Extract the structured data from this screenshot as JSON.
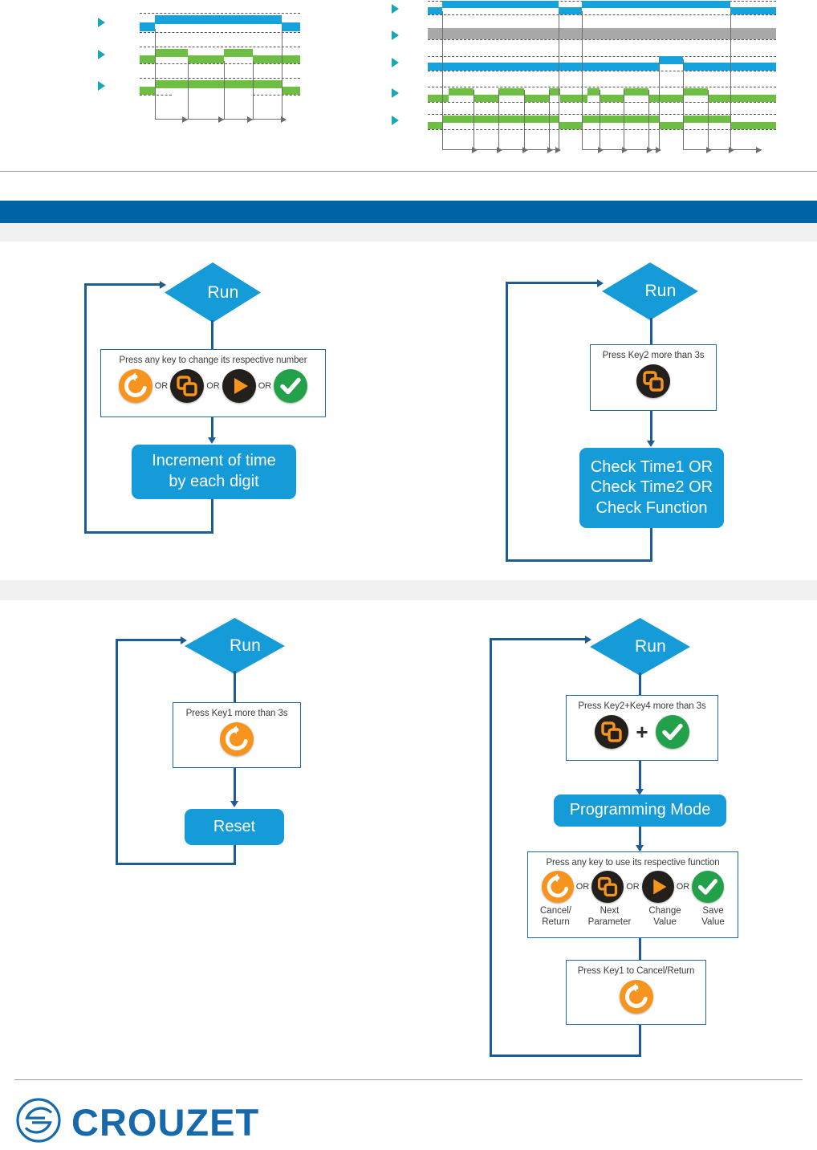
{
  "document": {
    "brand": "CROUZET",
    "brand_color": "#1769ab",
    "accent_blue": "#0063A3",
    "node_blue": "#159BD7",
    "connector_blue": "#1f5c96",
    "band_grey": "#F1F1F1",
    "signal_blue": "#16A3DC",
    "signal_green": "#6FBE44",
    "signal_grey": "#A8A8A8",
    "marker_teal": "#17a8b8"
  },
  "timing_diagrams": [
    {
      "name": "timing-diagram-left",
      "channels": 3,
      "arrow_marks": 4
    },
    {
      "name": "timing-diagram-right",
      "channels": 5,
      "arrow_marks": 12
    }
  ],
  "keys": {
    "key1": {
      "icon": "reset-circular-arrow-icon",
      "circle": "#F7941E",
      "glyph": "#ffffff"
    },
    "key2": {
      "icon": "overlapping-squares-icon",
      "circle": "#231F1B",
      "glyph": "#F7941E"
    },
    "key3": {
      "icon": "play-triangle-icon",
      "circle": "#231F1B",
      "glyph": "#F7941E"
    },
    "key4": {
      "icon": "check-mark-icon",
      "circle": "#22A14A",
      "glyph": "#ffffff"
    }
  },
  "flowcharts": [
    {
      "id": "flow-increment-time",
      "start_label": "Run",
      "key_box": {
        "caption": "Press any key to change its respective number",
        "separator": "OR",
        "keys": [
          "key1",
          "key2",
          "key3",
          "key4"
        ]
      },
      "result_label": "Increment of time\nby each digit",
      "result_lines": [
        "Increment of time",
        "by each digit"
      ]
    },
    {
      "id": "flow-check-time",
      "start_label": "Run",
      "key_box": {
        "caption": "Press Key2 more than 3s",
        "keys": [
          "key2"
        ]
      },
      "result_lines": [
        "Check Time1 OR",
        "Check Time2 OR",
        "Check Function"
      ]
    },
    {
      "id": "flow-reset",
      "start_label": "Run",
      "key_box": {
        "caption": "Press Key1 more than 3s",
        "keys": [
          "key1"
        ]
      },
      "result_lines": [
        "Reset"
      ]
    },
    {
      "id": "flow-programming-mode",
      "start_label": "Run",
      "key_box": {
        "caption": "Press Key2+Key4 more than 3s",
        "separator": "+",
        "keys": [
          "key2",
          "key4"
        ]
      },
      "result_lines": [
        "Programming Mode"
      ],
      "function_box": {
        "caption": "Press any key to use its respective function",
        "separator": "OR",
        "keys": [
          "key1",
          "key2",
          "key3",
          "key4"
        ],
        "labels": [
          [
            "Cancel/",
            "Return"
          ],
          [
            "Next",
            "Parameter"
          ],
          [
            "Change",
            "Value"
          ],
          [
            "Save",
            "Value"
          ]
        ]
      },
      "cancel_box": {
        "caption": "Press Key1 to Cancel/Return",
        "keys": [
          "key1"
        ]
      }
    }
  ]
}
